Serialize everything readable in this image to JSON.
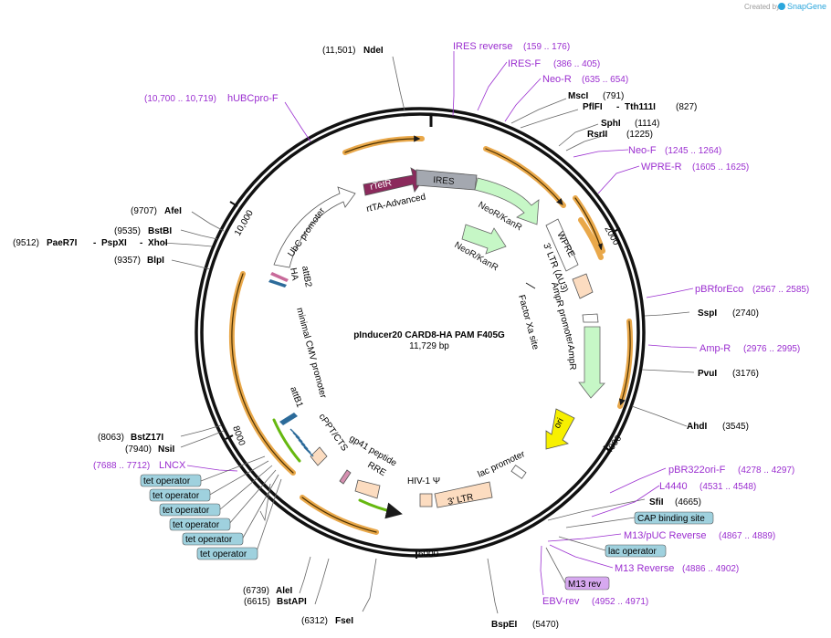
{
  "header": {
    "credit": "Created by",
    "brand": "SnapGene"
  },
  "center": {
    "name": "pInducer20 CARD8-HA PAM F405G",
    "size": "11,729 bp"
  },
  "ticks": [
    "2000",
    "4000",
    "6000",
    "8000",
    "10,000"
  ],
  "enzymes": [
    {
      "name": "NdeI",
      "pos": "(11,501)"
    },
    {
      "name": "MscI",
      "pos": "(791)"
    },
    {
      "name": "PflFI",
      "name2": "Tth111I",
      "pos": "(827)"
    },
    {
      "name": "SphI",
      "pos": "(1114)"
    },
    {
      "name": "RsrII",
      "pos": "(1225)"
    },
    {
      "name": "SspI",
      "pos": "(2740)"
    },
    {
      "name": "PvuI",
      "pos": "(3176)"
    },
    {
      "name": "AhdI",
      "pos": "(3545)"
    },
    {
      "name": "SfiI",
      "pos": "(4665)"
    },
    {
      "name": "BspEI",
      "pos": "(5470)"
    },
    {
      "name": "FseI",
      "pos": "(6312)"
    },
    {
      "name": "BstAPI",
      "pos": "(6615)"
    },
    {
      "name": "AleI",
      "pos": "(6739)"
    },
    {
      "name": "NsiI",
      "pos": "(7940)"
    },
    {
      "name": "BstZ17I",
      "pos": "(8063)"
    },
    {
      "name": "BlpI",
      "pos": "(9357)"
    },
    {
      "name": "PaeR7I",
      "name2": "PspXI",
      "name3": "XhoI",
      "pos": "(9512)"
    },
    {
      "name": "BstBI",
      "pos": "(9535)"
    },
    {
      "name": "AfeI",
      "pos": "(9707)"
    }
  ],
  "primers": [
    {
      "name": "IRES reverse",
      "pos": "(159 .. 176)"
    },
    {
      "name": "IRES-F",
      "pos": "(386 .. 405)"
    },
    {
      "name": "Neo-R",
      "pos": "(635 .. 654)"
    },
    {
      "name": "Neo-F",
      "pos": "(1245 .. 1264)"
    },
    {
      "name": "WPRE-R",
      "pos": "(1605 .. 1625)"
    },
    {
      "name": "pBRforEco",
      "pos": "(2567 .. 2585)"
    },
    {
      "name": "Amp-R",
      "pos": "(2976 .. 2995)"
    },
    {
      "name": "pBR322ori-F",
      "pos": "(4278 .. 4297)"
    },
    {
      "name": "L4440",
      "pos": "(4531 .. 4548)"
    },
    {
      "name": "M13/pUC Reverse",
      "pos": "(4867 .. 4889)"
    },
    {
      "name": "M13 Reverse",
      "pos": "(4886 .. 4902)"
    },
    {
      "name": "EBV-rev",
      "pos": "(4952 .. 4971)"
    },
    {
      "name": "LNCX",
      "pos": "(7688 .. 7712)"
    },
    {
      "name": "hUBCpro-F",
      "pos": "(10,700 .. 10,719)"
    }
  ],
  "boxed_features": {
    "cap_binding_site": "CAP binding site",
    "lac_operator": "lac operator",
    "m13_rev": "M13 rev",
    "tet_operator": "tet operator"
  },
  "features": {
    "rtetr": "rTetR",
    "ires": "IRES",
    "rtta": "rtTA-Advanced",
    "neor_kanr_1": "NeoR/KanR",
    "neor_kanr_2": "NeoR/KanR",
    "wpre": "WPRE",
    "ltr3_du3": "3' LTR (ΔU3)",
    "ampr_promoter": "AmpR promoter",
    "ampr": "AmpR",
    "ori": "ori",
    "lac_promoter": "lac promoter",
    "ltr3": "3' LTR",
    "hiv1_psi": "HIV-1 Ψ",
    "rre": "RRE",
    "gp41": "gp41 peptide",
    "cppt": "cPPT/CTS",
    "attb1": "attB1",
    "min_cmv": "minimal CMV promoter",
    "ha": "HA",
    "attb2": "attB2",
    "ubc": "UbC promoter",
    "factor_xa": "Factor Xa site"
  },
  "colors": {
    "enzyme": "#000000",
    "primer": "#9b2fd0",
    "orange_orf": "#e9a84a",
    "rtetr": "#8b2a5c",
    "ires": "#a4a8b0",
    "neor": "#c6f7c6",
    "ltr": "#fcdcc0",
    "ori": "#f7f000",
    "tet_box": "#9fd1de",
    "m13_box": "#d7a9f0"
  }
}
